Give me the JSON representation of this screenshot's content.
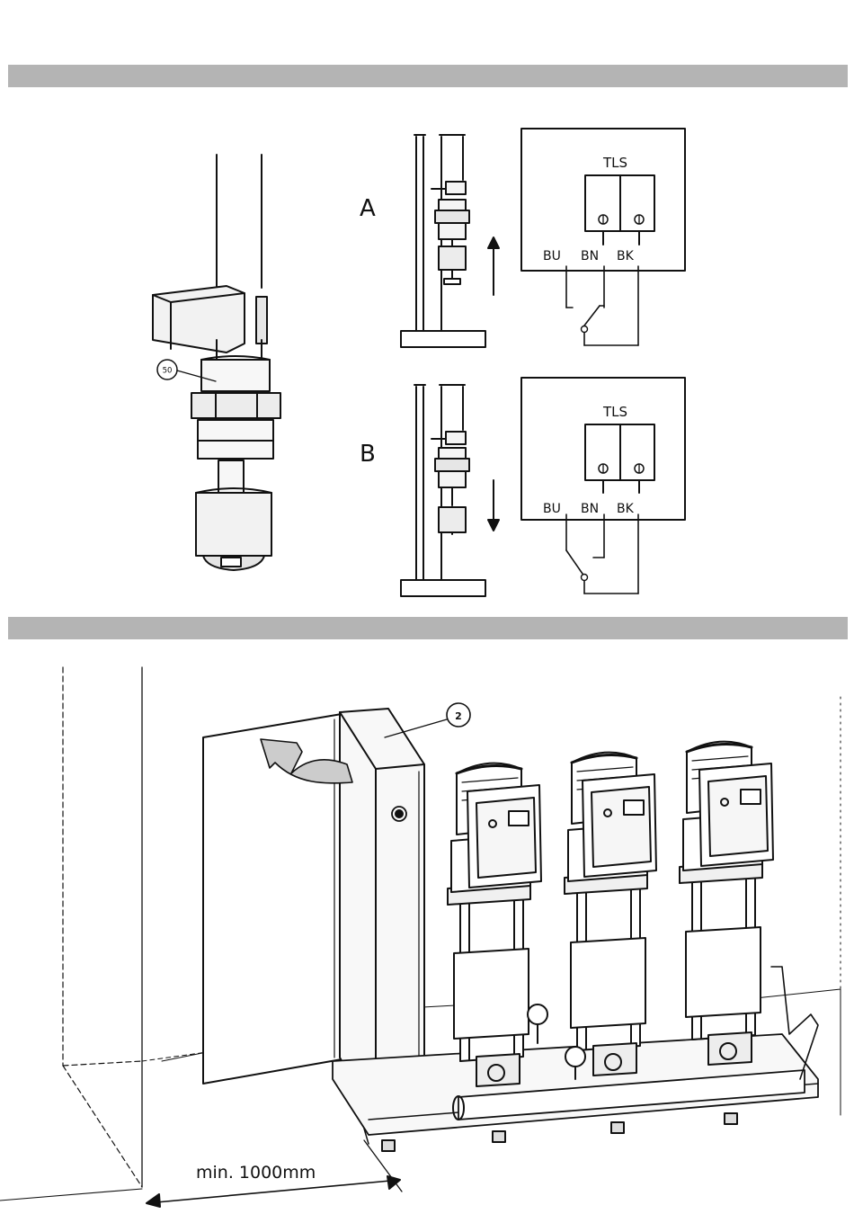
{
  "float_switch": {
    "callout": "50"
  },
  "diagram_a": {
    "letter": "A",
    "box_title": "TLS",
    "terminals": [
      "BU",
      "BN",
      "BK"
    ]
  },
  "diagram_b": {
    "letter": "B",
    "box_title": "TLS",
    "terminals": [
      "BU",
      "BN",
      "BK"
    ]
  },
  "installation": {
    "callout": "2",
    "clearance": "min. 1000mm"
  },
  "colors": {
    "band": "#b4b4b4",
    "line": "#111111"
  }
}
